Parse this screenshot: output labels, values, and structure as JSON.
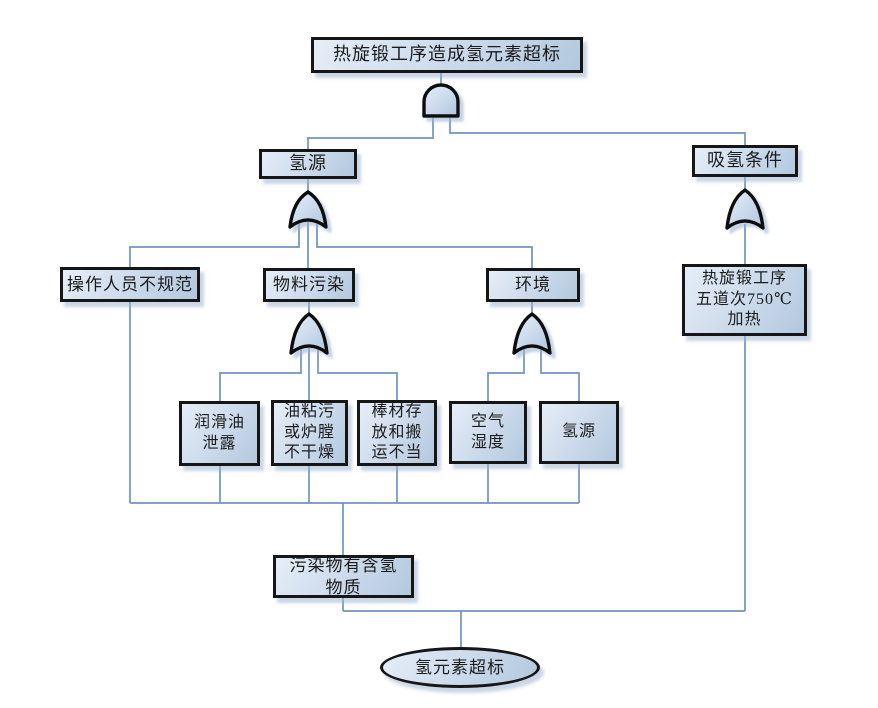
{
  "diagram": {
    "type": "fault-tree",
    "nodes": {
      "top_event": {
        "label": "热旋锻工序造成氢元素超标",
        "shape": "rect"
      },
      "hydrogen_source": {
        "label": "氢源",
        "shape": "rect"
      },
      "absorb_condition": {
        "label": "吸氢条件",
        "shape": "rect"
      },
      "operator_nonstandard": {
        "label": "操作人员不规范",
        "shape": "rect"
      },
      "material_pollution": {
        "label": "物料污染",
        "shape": "rect"
      },
      "environment": {
        "label": "环境",
        "shape": "rect"
      },
      "forging_heating": {
        "label": "热旋锻工序\n五道次750℃\n加热",
        "shape": "rect"
      },
      "lubricant_leak": {
        "label": "润滑油\n泄露",
        "shape": "rect"
      },
      "oil_dirty_furnace": {
        "label": "油粘污\n或炉膛\n不干燥",
        "shape": "rect"
      },
      "bar_storage": {
        "label": "棒材存\n放和搬\n运不当",
        "shape": "rect"
      },
      "air_humidity": {
        "label": "空气\n湿度",
        "shape": "rect"
      },
      "hydrogen_source_leaf": {
        "label": "氢源",
        "shape": "rect"
      },
      "pollutant_hydrogen": {
        "label": "污染物有含氢\n物质",
        "shape": "rect"
      },
      "result_event": {
        "label": "氢元素超标",
        "shape": "ellipse"
      }
    },
    "gates": {
      "and_gate_top": {
        "type": "AND",
        "feeds": "top_event"
      },
      "or_gate_hydrogen_source": {
        "type": "OR",
        "feeds": "hydrogen_source"
      },
      "or_gate_absorb": {
        "type": "OR",
        "feeds": "absorb_condition"
      },
      "or_gate_material": {
        "type": "OR",
        "feeds": "material_pollution"
      },
      "or_gate_environment": {
        "type": "OR",
        "feeds": "environment"
      }
    },
    "palette": {
      "background": "#ffffff",
      "node_fill_light": "#e6eef7",
      "node_fill_dark": "#b3c8de",
      "node_border": "#161616",
      "connector": "#7093c0",
      "shadow": "#9db4d0",
      "text": "#1c1c1c"
    }
  }
}
